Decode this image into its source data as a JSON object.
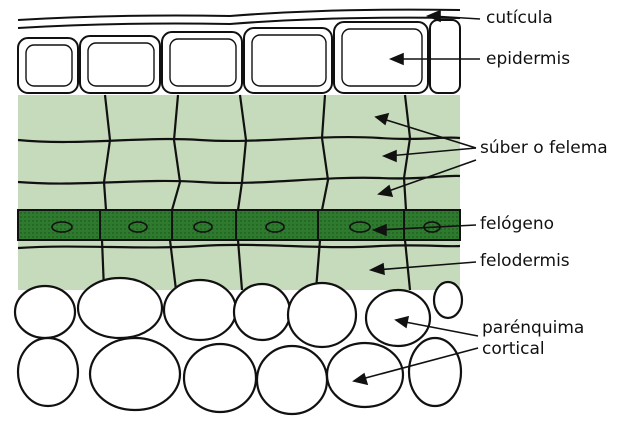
{
  "labels": {
    "cuticula": "cutícula",
    "epidermis": "epidermis",
    "suber": "súber o felema",
    "felogeno": "felógeno",
    "felodermis": "felodermis",
    "parenquima_1": "parénquima",
    "parenquima_2": "cortical"
  },
  "colors": {
    "background": "#ffffff",
    "outline": "#111111",
    "suber_fill": "#c6dbbb",
    "felogeno_fill": "#2e7a2e",
    "felogeno_dots": "#174f17",
    "parenquima_fill": "#ffffff"
  }
}
